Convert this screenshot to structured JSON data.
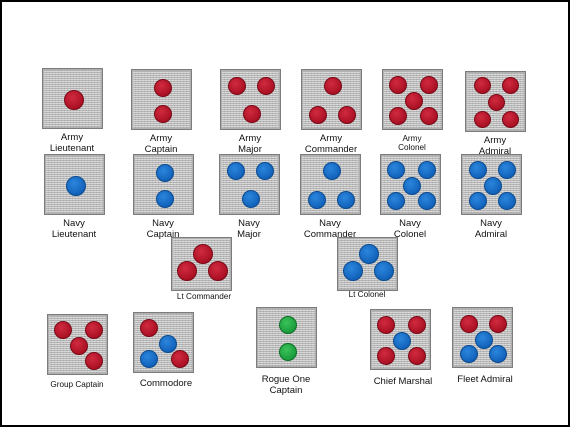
{
  "colors": {
    "red": "#b8162b",
    "blue": "#1a6fcc",
    "green": "#25ad45",
    "patch": "#c7c7c7",
    "frame": "#000000"
  },
  "patches": [
    {
      "id": "army-lieutenant",
      "label": "Army\nLieutenant",
      "dots": [
        "red"
      ]
    },
    {
      "id": "army-captain",
      "label": "Army\nCaptain",
      "dots": [
        "red",
        "red"
      ]
    },
    {
      "id": "army-major",
      "label": "Army\nMajor",
      "dots": [
        "red",
        "red",
        "red"
      ]
    },
    {
      "id": "army-commander",
      "label": "Army\nCommander",
      "dots": [
        "red",
        "red",
        "red"
      ]
    },
    {
      "id": "army-colonel",
      "label": "Army\nColonel",
      "dots": [
        "red",
        "red",
        "red",
        "red",
        "red"
      ]
    },
    {
      "id": "army-admiral",
      "label": "Army\nAdmiral",
      "dots": [
        "red",
        "red",
        "red",
        "red",
        "red",
        "red"
      ]
    },
    {
      "id": "navy-lieutenant",
      "label": "Navy\nLieutenant",
      "dots": [
        "blue"
      ]
    },
    {
      "id": "navy-captain",
      "label": "Navy\nCaptain",
      "dots": [
        "blue",
        "blue"
      ]
    },
    {
      "id": "navy-major",
      "label": "Navy\nMajor",
      "dots": [
        "blue",
        "blue",
        "blue"
      ]
    },
    {
      "id": "navy-commander",
      "label": "Navy\nCommander",
      "dots": [
        "blue",
        "blue",
        "blue"
      ]
    },
    {
      "id": "navy-colonel",
      "label": "Navy\nColonel",
      "dots": [
        "blue",
        "blue",
        "blue",
        "blue",
        "blue"
      ]
    },
    {
      "id": "navy-admiral",
      "label": "Navy\nAdmiral",
      "dots": [
        "blue",
        "blue",
        "blue",
        "blue",
        "blue",
        "blue"
      ]
    },
    {
      "id": "lt-commander",
      "label": "Lt Commander",
      "dots": [
        "red",
        "red",
        "red"
      ]
    },
    {
      "id": "lt-colonel",
      "label": "Lt Colonel",
      "dots": [
        "blue",
        "blue",
        "blue"
      ]
    },
    {
      "id": "group-captain",
      "label": "Group Captain",
      "dots": [
        "red",
        "red",
        "red",
        "red"
      ]
    },
    {
      "id": "commodore",
      "label": "Commodore",
      "dots": [
        "red",
        "blue",
        "blue",
        "red"
      ]
    },
    {
      "id": "rogue-one-captain",
      "label": "Rogue One\nCaptain",
      "dots": [
        "green",
        "green"
      ]
    },
    {
      "id": "chief-marshal",
      "label": "Chief Marshal",
      "dots": [
        "red",
        "red",
        "blue",
        "red",
        "red"
      ]
    },
    {
      "id": "fleet-admiral",
      "label": "Fleet Admiral",
      "dots": [
        "red",
        "red",
        "blue",
        "blue",
        "blue"
      ]
    }
  ]
}
